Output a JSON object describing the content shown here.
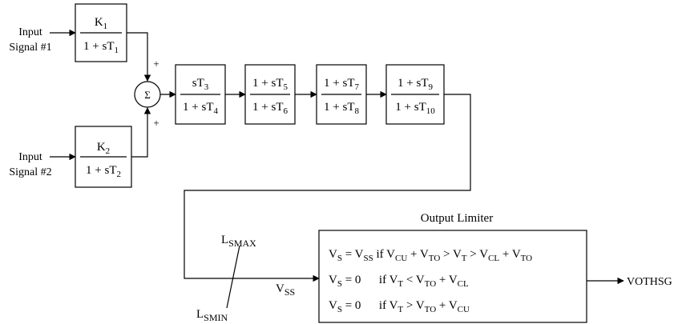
{
  "inputs": {
    "input1": {
      "line1": "Input",
      "line2": "Signal #1"
    },
    "input2": {
      "line1": "Input",
      "line2": "Signal #2"
    }
  },
  "blocks": {
    "k1": {
      "num_main": "K",
      "num_sub": "1",
      "den_main": "1 + sT",
      "den_sub": "1"
    },
    "k2": {
      "num_main": "K",
      "num_sub": "2",
      "den_main": "1 + sT",
      "den_sub": "2"
    },
    "washout": {
      "num_main": "sT",
      "num_sub": "3",
      "den_main": "1 + sT",
      "den_sub": "4"
    },
    "leadlag1": {
      "num_main": "1 + sT",
      "num_sub": "5",
      "den_main": "1 + sT",
      "den_sub": "6"
    },
    "leadlag2": {
      "num_main": "1 + sT",
      "num_sub": "7",
      "den_main": "1 + sT",
      "den_sub": "8"
    },
    "leadlag3": {
      "num_main": "1 + sT",
      "num_sub": "9",
      "den_main": "1 + sT",
      "den_sub": "10"
    }
  },
  "summer": {
    "symbol": "Σ",
    "sign_top": "+",
    "sign_bottom": "+"
  },
  "limits": {
    "lsmax_main": "L",
    "lsmax_sub": "SMAX",
    "lsmin_main": "L",
    "lsmin_sub": "SMIN",
    "vss_main": "V",
    "vss_sub": "SS"
  },
  "limiter": {
    "title": "Output Limiter",
    "line1": [
      "V",
      "S",
      " = V",
      "SS",
      " if V",
      "CU",
      " + V",
      "TO",
      " > V",
      "T",
      " > V",
      "CL",
      " + V",
      "TO"
    ],
    "line2": [
      "V",
      "S",
      " = 0      if V",
      "T",
      " < V",
      "TO",
      " + V",
      "CL"
    ],
    "line3": [
      "V",
      "S",
      " = 0      if V",
      "T",
      " > V",
      "TO",
      " + V",
      "CU"
    ]
  },
  "output": {
    "label": "VOTHSG"
  }
}
